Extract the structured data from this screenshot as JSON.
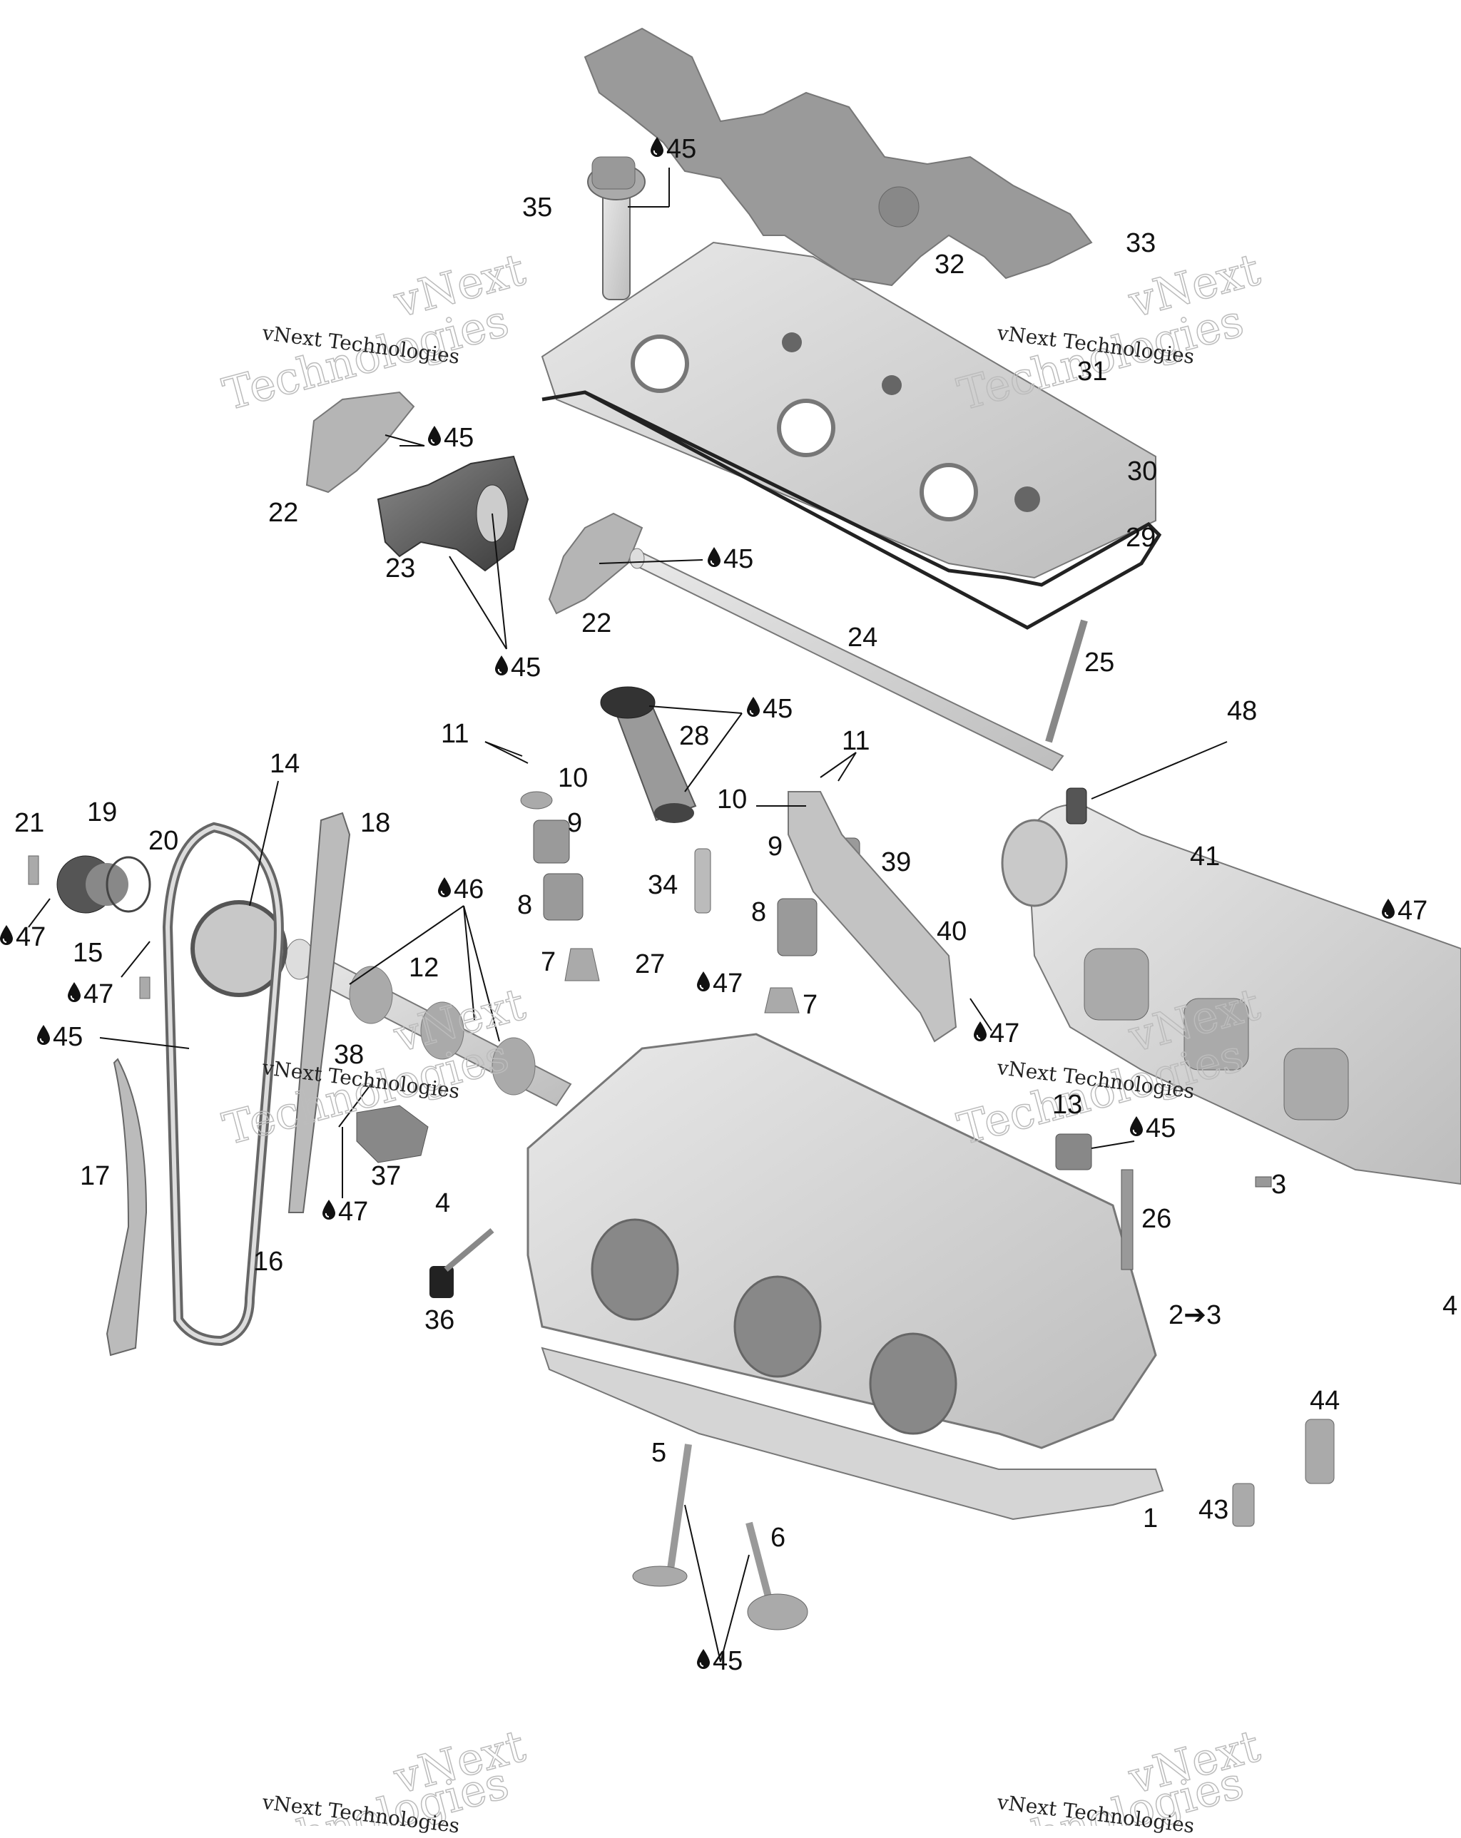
{
  "watermark": {
    "small_text": "vNext Technologies",
    "big_line1": "vNext",
    "big_line2": "Technologies"
  },
  "callouts": [
    {
      "id": "c45-top",
      "text": "45",
      "drop": true
    },
    {
      "id": "c35",
      "text": "35"
    },
    {
      "id": "c33",
      "text": "33"
    },
    {
      "id": "c32",
      "text": "32"
    },
    {
      "id": "c31",
      "text": "31"
    },
    {
      "id": "c30",
      "text": "30"
    },
    {
      "id": "c29",
      "text": "29"
    },
    {
      "id": "c45-rocker",
      "text": "45",
      "drop": true
    },
    {
      "id": "c22a",
      "text": "22"
    },
    {
      "id": "c23",
      "text": "23"
    },
    {
      "id": "c45-mid",
      "text": "45",
      "drop": true
    },
    {
      "id": "c22b",
      "text": "22"
    },
    {
      "id": "c24",
      "text": "24"
    },
    {
      "id": "c45-23",
      "text": "45",
      "drop": true
    },
    {
      "id": "c25",
      "text": "25"
    },
    {
      "id": "c28",
      "text": "28"
    },
    {
      "id": "c45-28",
      "text": "45",
      "drop": true
    },
    {
      "id": "c48",
      "text": "48"
    },
    {
      "id": "c11a",
      "text": "11"
    },
    {
      "id": "c10a",
      "text": "10"
    },
    {
      "id": "c9a",
      "text": "9"
    },
    {
      "id": "c8a",
      "text": "8"
    },
    {
      "id": "c7a",
      "text": "7"
    },
    {
      "id": "c11b",
      "text": "11"
    },
    {
      "id": "c10b",
      "text": "10"
    },
    {
      "id": "c9b",
      "text": "9"
    },
    {
      "id": "c8b",
      "text": "8"
    },
    {
      "id": "c7b",
      "text": "7"
    },
    {
      "id": "c14",
      "text": "14"
    },
    {
      "id": "c18",
      "text": "18"
    },
    {
      "id": "c21",
      "text": "21"
    },
    {
      "id": "c19",
      "text": "19"
    },
    {
      "id": "c20",
      "text": "20"
    },
    {
      "id": "c47-left",
      "text": "47",
      "drop": true
    },
    {
      "id": "c15",
      "text": "15"
    },
    {
      "id": "c47-15",
      "text": "47",
      "drop": true
    },
    {
      "id": "c45-chain",
      "text": "45",
      "drop": true
    },
    {
      "id": "c46",
      "text": "46",
      "drop": true
    },
    {
      "id": "c12",
      "text": "12"
    },
    {
      "id": "c34",
      "text": "34"
    },
    {
      "id": "c27",
      "text": "27"
    },
    {
      "id": "c47-27",
      "text": "47",
      "drop": true
    },
    {
      "id": "c39",
      "text": "39"
    },
    {
      "id": "c40",
      "text": "40"
    },
    {
      "id": "c47-40",
      "text": "47",
      "drop": true
    },
    {
      "id": "c41",
      "text": "41"
    },
    {
      "id": "c47-right",
      "text": "47",
      "drop": true
    },
    {
      "id": "c38",
      "text": "38"
    },
    {
      "id": "c17",
      "text": "17"
    },
    {
      "id": "c37",
      "text": "37"
    },
    {
      "id": "c4",
      "text": "4"
    },
    {
      "id": "c47-37",
      "text": "47",
      "drop": true
    },
    {
      "id": "c16",
      "text": "16"
    },
    {
      "id": "c36",
      "text": "36"
    },
    {
      "id": "c13",
      "text": "13"
    },
    {
      "id": "c45-13",
      "text": "45",
      "drop": true
    },
    {
      "id": "c3",
      "text": "3"
    },
    {
      "id": "c26",
      "text": "26"
    },
    {
      "id": "c2to3",
      "text": "2➔3"
    },
    {
      "id": "c42",
      "text": "4"
    },
    {
      "id": "c44",
      "text": "44"
    },
    {
      "id": "c43",
      "text": "43"
    },
    {
      "id": "c1",
      "text": "1"
    },
    {
      "id": "c5",
      "text": "5"
    },
    {
      "id": "c6",
      "text": "6"
    },
    {
      "id": "c45-valves",
      "text": "45",
      "drop": true
    }
  ]
}
